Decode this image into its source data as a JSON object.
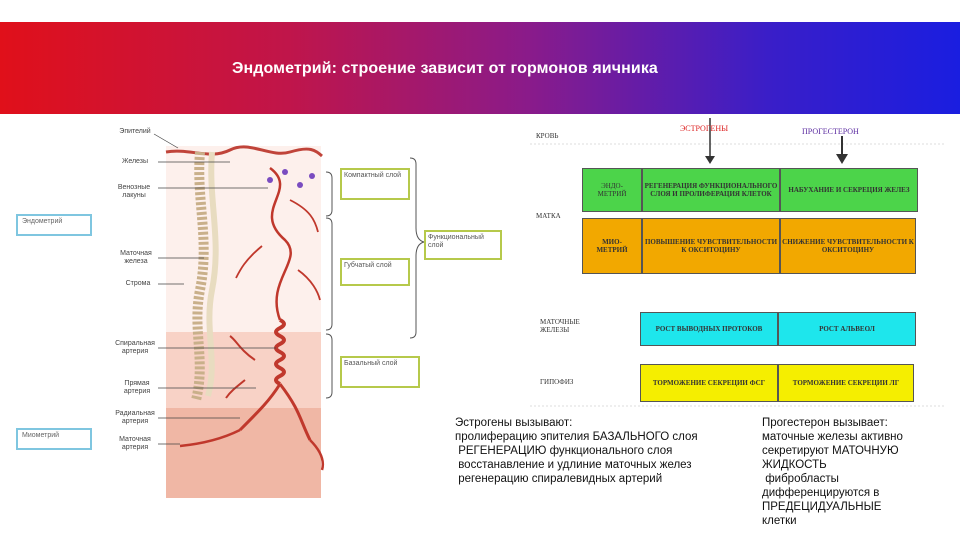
{
  "slide": {
    "title": "Эндометрий: строение зависит от гормонов яичника"
  },
  "diagram": {
    "labels": [
      "Эпителий",
      "Железы",
      "Венозные лакуны",
      "Маточная железа",
      "Строма",
      "Спиральная артерия",
      "Прямая артерия",
      "Радиальная артерия",
      "Маточная артерия"
    ],
    "layers": [
      "Компактный слой",
      "Губчатый слой",
      "Базальный слой",
      "Функциональный слой"
    ],
    "side_left_top": "Эндометрий",
    "side_left_bottom": "Миометрий"
  },
  "scheme": {
    "estrogens": "ЭСТРОГЕНЫ",
    "progesterone": "ПРОГЕСТЕРОН",
    "rows": [
      "КРОВЬ",
      "МАТКА",
      "МАТОЧНЫЕ ЖЕЛЕЗЫ",
      "ГИПОФИЗ"
    ],
    "endo_label": "ЭНДО-\nМЕТРИЙ",
    "myo_label": "МИО-\nМЕТРИЙ",
    "endo_e": "РЕГЕНЕРАЦИЯ ФУНКЦИОНАЛЬНОГО СЛОЯ И ПРОЛИФЕРАЦИЯ КЛЕТОК",
    "endo_p": "НАБУХАНИЕ И СЕКРЕЦИЯ ЖЕЛЕЗ",
    "myo_e": "ПОВЫШЕНИЕ ЧУВСТВИТЕЛЬНОСТИ К ОКСИТОЦИНУ",
    "myo_p": "СНИЖЕНИЕ ЧУВСТВИТЕЛЬНОСТИ К ОКСИТОЦИНУ",
    "gland_e": "РОСТ ВЫВОДНЫХ ПРОТОКОВ",
    "gland_p": "РОСТ АЛЬВЕОЛ",
    "pit_e": "ТОРМОЖЕНИЕ СЕКРЕЦИИ ФСГ",
    "pit_p": "ТОРМОЖЕНИЕ СЕКРЕЦИИ ЛГ",
    "colors": {
      "green": "#4cd44a",
      "orange": "#f2a800",
      "cyan": "#1ee6ec",
      "yellow": "#f5ee00"
    }
  },
  "captions": {
    "estrogen": [
      "Эстрогены вызывают:",
      "пролиферацию эпителия БАЗАЛЬНОГО слоя",
      " РЕГЕНЕРАЦИЮ функционального слоя",
      " восстанавление и удлиние маточных желез",
      " регенерацию спиралевидных артерий"
    ],
    "progesterone": [
      "Прогестерон вызывает:",
      "маточные железы активно",
      "секретируют МАТОЧНУЮ",
      "ЖИДКОСТЬ",
      " фибробласты",
      "дифференцируются в",
      "ПРЕДЕЦИДУАЛЬНЫЕ",
      "клетки"
    ]
  }
}
